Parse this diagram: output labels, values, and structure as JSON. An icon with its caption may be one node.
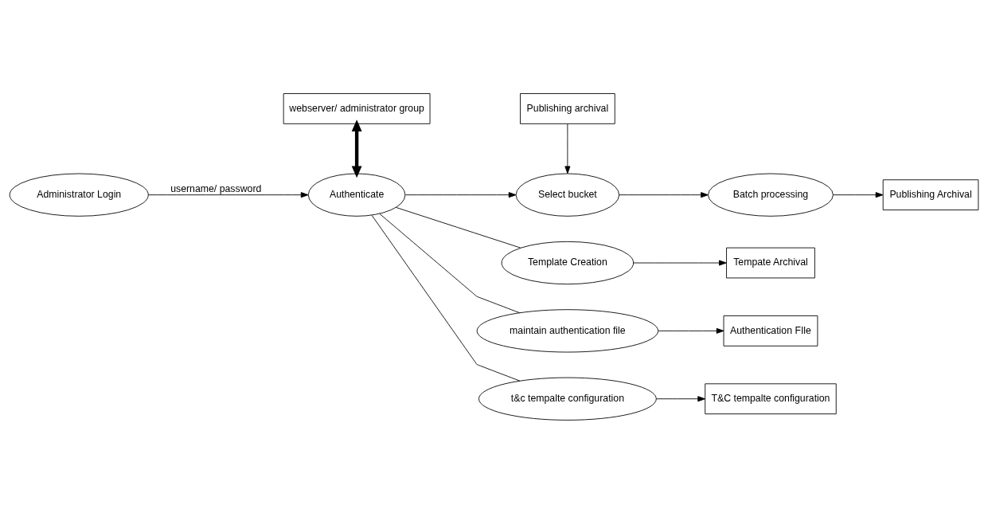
{
  "diagram": {
    "nodes": [
      {
        "text": [
          "Administrator Login"
        ]
      },
      {
        "text": [
          "webserver/ administrator group"
        ]
      },
      {
        "text": [
          "Authenticate"
        ]
      },
      {
        "text": [
          "Publishing archival"
        ]
      },
      {
        "text": [
          "Select bucket"
        ]
      },
      {
        "text": [
          "Batch processing"
        ]
      },
      {
        "text": [
          "Publishing Archival"
        ]
      },
      {
        "text": [
          "Template Creation"
        ]
      },
      {
        "text": [
          "Tempate Archival"
        ]
      },
      {
        "text": [
          "maintain authentication file"
        ]
      },
      {
        "text": [
          "Authentication FIle"
        ]
      },
      {
        "text": [
          "t&c tempalte configuration"
        ]
      },
      {
        "text": [
          "T&C tempalte configuration"
        ]
      }
    ],
    "edges": [
      {
        "from": 0,
        "to": 2,
        "arrow": "to",
        "label": "username/ password"
      },
      {
        "from": 1,
        "to": 2,
        "arrow": "both",
        "style": "thick"
      },
      {
        "from": 2,
        "to": 4,
        "arrow": "to"
      },
      {
        "from": 3,
        "to": 4,
        "arrow": "to"
      },
      {
        "from": 4,
        "to": 5,
        "arrow": "to"
      },
      {
        "from": 5,
        "to": 6,
        "arrow": "to"
      },
      {
        "from": 2,
        "to": 7,
        "arrow": "none"
      },
      {
        "from": 2,
        "to": 9,
        "arrow": "none"
      },
      {
        "from": 2,
        "to": 11,
        "arrow": "none"
      },
      {
        "from": 7,
        "to": 8,
        "arrow": "to"
      },
      {
        "from": 9,
        "to": 10,
        "arrow": "to"
      },
      {
        "from": 11,
        "to": 12,
        "arrow": "to"
      }
    ]
  }
}
